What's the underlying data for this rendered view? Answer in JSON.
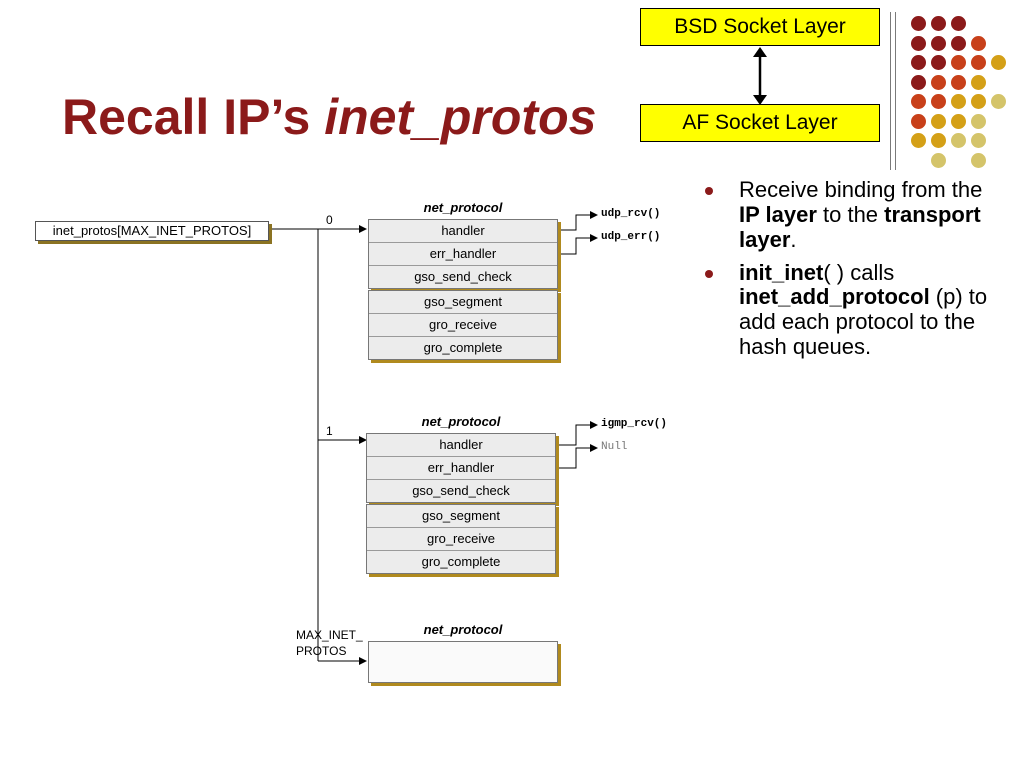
{
  "title": {
    "plain": "Recall IP’s ",
    "italic": "inet_protos"
  },
  "layers": {
    "top": "BSD Socket Layer",
    "bottom": "AF Socket Layer"
  },
  "bullets": [
    {
      "parts": [
        {
          "t": "Receive binding from the ",
          "b": false
        },
        {
          "t": "IP layer",
          "b": true
        },
        {
          "t": " to the ",
          "b": false
        },
        {
          "t": "transport layer",
          "b": true
        },
        {
          "t": ".",
          "b": false
        }
      ]
    },
    {
      "parts": [
        {
          "t": "init_inet",
          "b": true
        },
        {
          "t": "( ) calls ",
          "b": false
        },
        {
          "t": "inet_add_protocol",
          "b": true
        },
        {
          "t": " (p) to add each protocol to the hash queues.",
          "b": false
        }
      ]
    }
  ],
  "diagram": {
    "array_label": "inet_protos[MAX_INET_PROTOS]",
    "index_labels": {
      "first": "0",
      "second": "1",
      "last": "MAX_INET_\nPROTOS"
    },
    "struct_title": "net_protocol",
    "fields": [
      "handler",
      "err_handler",
      "gso_send_check",
      "gso_segment",
      "gro_receive",
      "gro_complete"
    ],
    "targets": {
      "udp_handler": "udp_rcv()",
      "udp_err": "udp_err()",
      "igmp_handler": "igmp_rcv()",
      "igmp_err": "Null"
    }
  },
  "colors": {
    "title": "#8b1a1a",
    "layer_box": "#ffff00",
    "dots": [
      "#8b1a1a",
      "#c8401a",
      "#d4a017",
      "#d4c46a"
    ]
  },
  "icons": [
    "double-arrow-icon",
    "bullet-icon",
    "arrow-icon"
  ]
}
